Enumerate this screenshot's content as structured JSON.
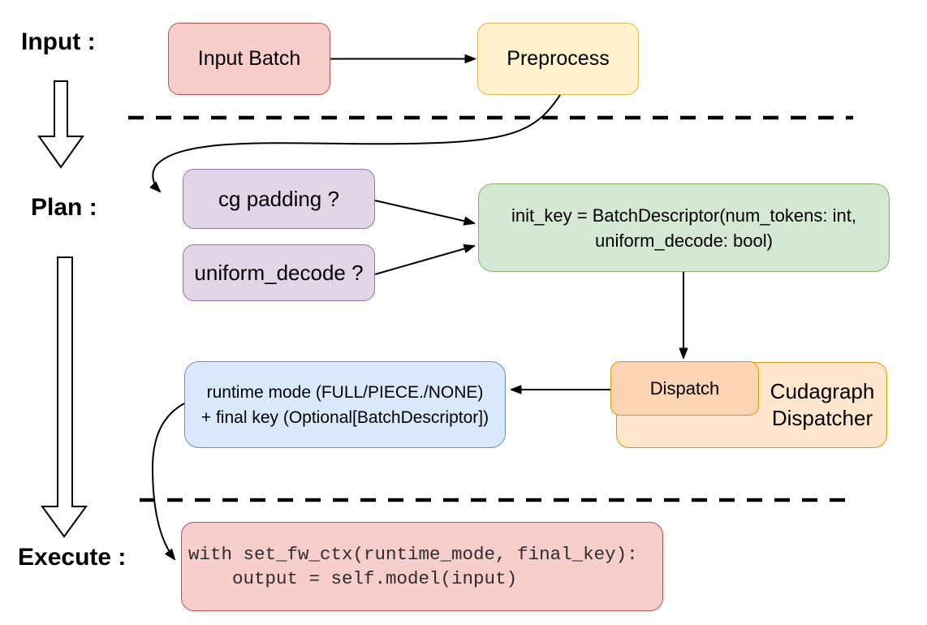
{
  "stages": {
    "input_label": "Input :",
    "plan_label": "Plan :",
    "execute_label": "Execute :"
  },
  "nodes": {
    "input_batch": {
      "label": "Input Batch"
    },
    "preprocess": {
      "label": "Preprocess"
    },
    "cg_padding": {
      "label": "cg padding ?"
    },
    "uniform_decode": {
      "label": "uniform_decode ?"
    },
    "init_key": {
      "line1": "init_key = BatchDescriptor(num_tokens: int,",
      "line2": "uniform_decode: bool)"
    },
    "dispatch": {
      "label": "Dispatch"
    },
    "cudagraph_dispatcher": {
      "line1": "Cudagraph",
      "line2": "Dispatcher"
    },
    "runtime_result": {
      "line1": "runtime mode (FULL/PIECE./NONE)",
      "line2": "+ final key (Optional[BatchDescriptor])"
    },
    "execute_code": {
      "line1": "with set_fw_ctx(runtime_mode, final_key):",
      "line2": "    output = self.model(input)"
    }
  },
  "colors": {
    "red_fill": "#f8cecc",
    "red_stroke": "#b85450",
    "yellow_fill": "#fff2cc",
    "yellow_stroke": "#d6b656",
    "purple_fill": "#e1d5e7",
    "purple_stroke": "#9673a6",
    "green_fill": "#d5e8d4",
    "green_stroke": "#82b366",
    "blue_fill": "#dae8fc",
    "blue_stroke": "#6c8ebf",
    "orange_fill": "#ffe6cc",
    "orange_inner_fill": "#fbd4b5",
    "orange_stroke": "#d79b00",
    "line": "#000000",
    "background": "#ffffff"
  }
}
